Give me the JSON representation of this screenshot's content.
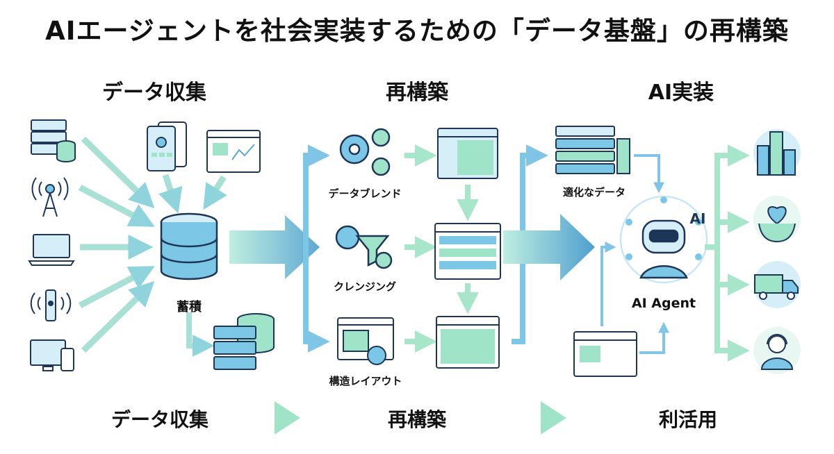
{
  "title": "AIエージェントを社会実装するための「データ基盤」の再構築",
  "sections": {
    "collect": "データ収集",
    "rebuild": "再構築",
    "ai": "AI実装"
  },
  "labels": {
    "accumulate": "蓄積",
    "blend": "データブレンド",
    "cleansing": "クレンジング",
    "structure": "構造レイアウト",
    "suitable_data": "適化なデータ",
    "agent": "AI Agent",
    "ai_badge": "AI"
  },
  "footer": {
    "step1": "データ収集",
    "step2": "再構築",
    "step3": "利活用"
  },
  "colors": {
    "navy": "#1d3557",
    "mint": "#9fe3c8",
    "sky": "#7cc6e6",
    "teal": "#5fb8c8",
    "lightblue": "#d6eef7"
  }
}
